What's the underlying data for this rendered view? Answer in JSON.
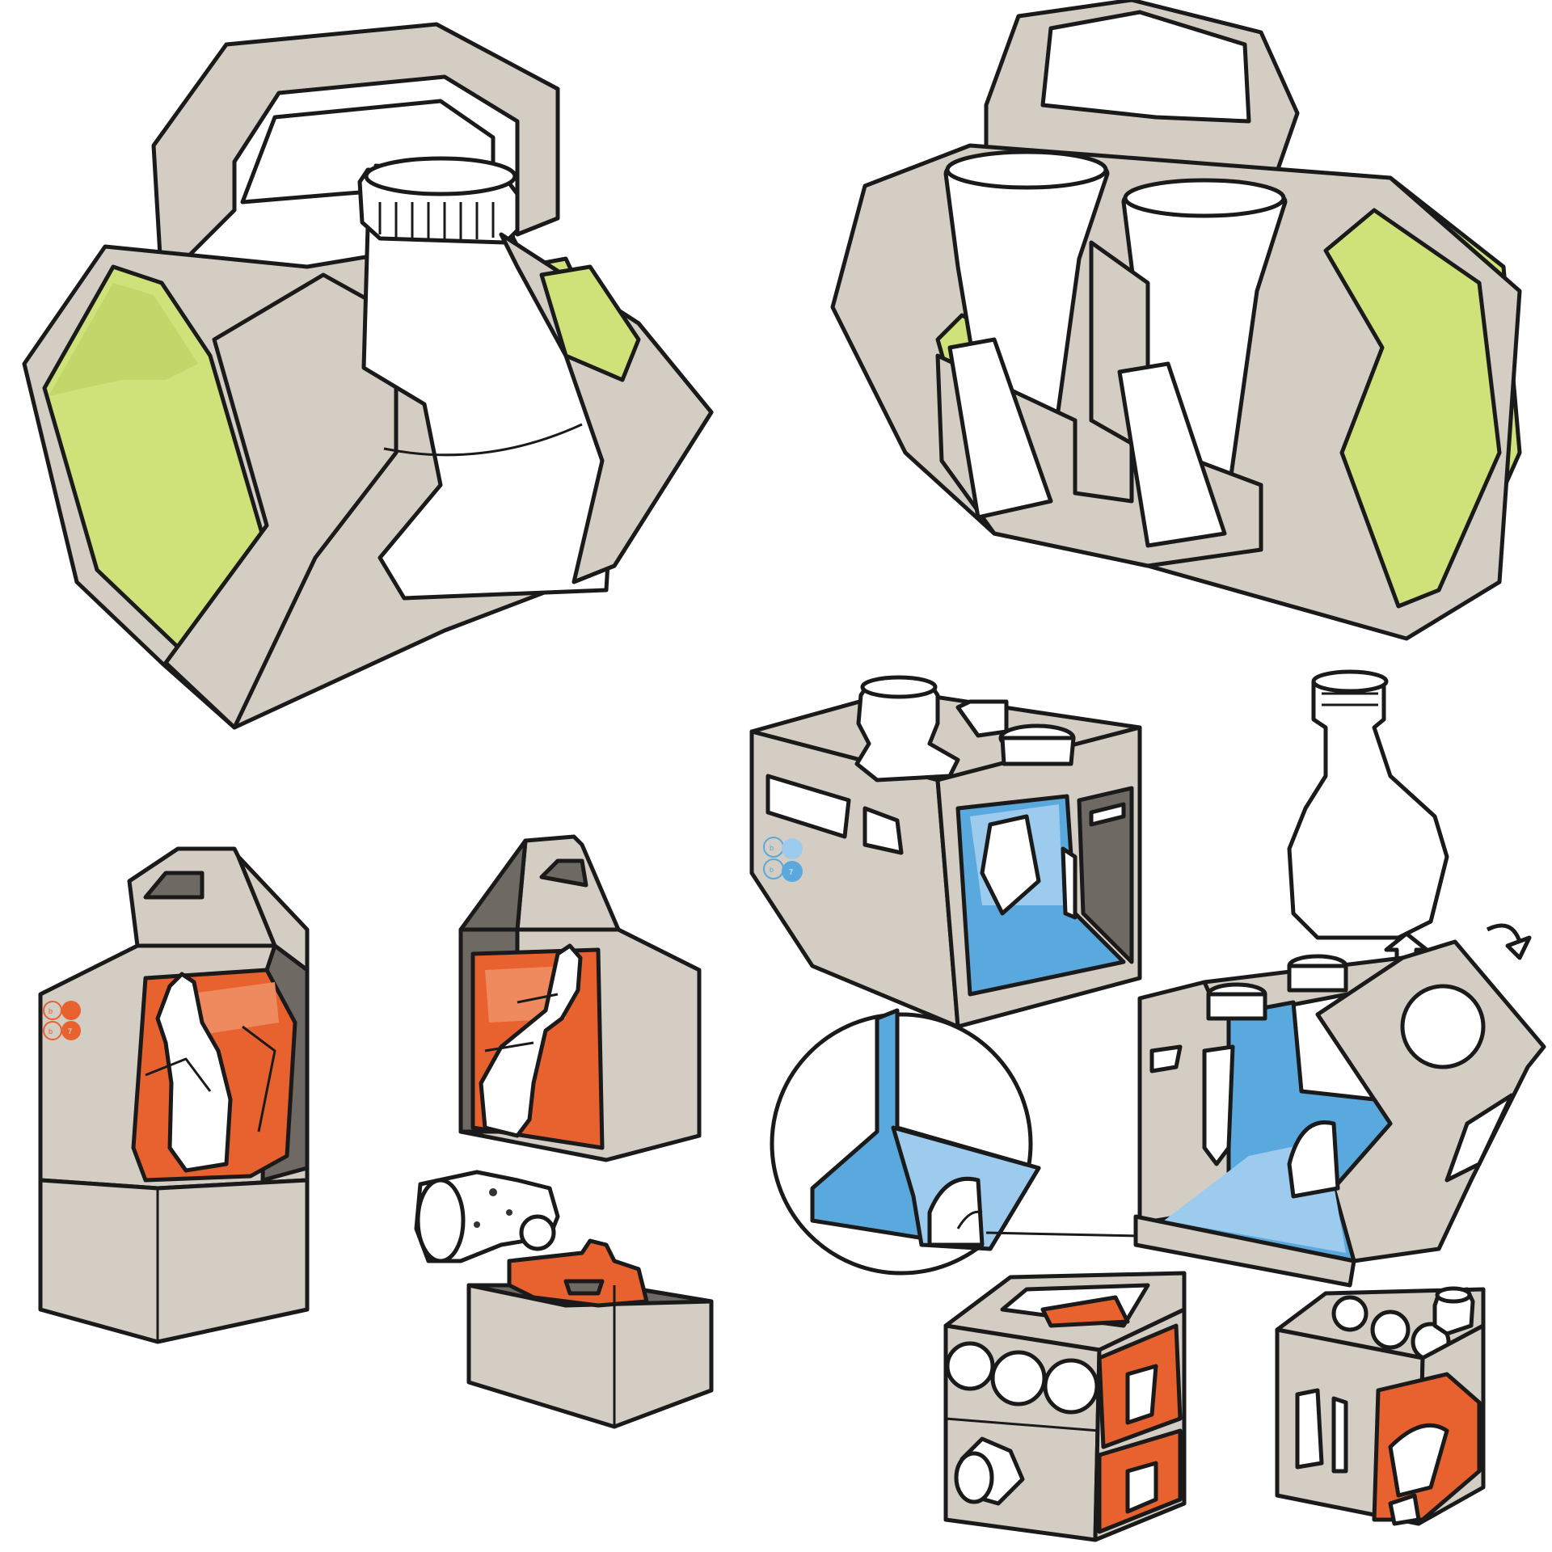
{
  "colors": {
    "kraft": "#d3cdc4",
    "green": "#cfe27a",
    "orange": "#e8622f",
    "blue": "#5aa9de",
    "outline": "#1a1a1a"
  },
  "sketches": [
    {
      "name": "green-hexagonal-carrier-one-bottle"
    },
    {
      "name": "green-hexagonal-carrier-two-glasses"
    },
    {
      "name": "orange-tower-carrier-closed"
    },
    {
      "name": "orange-tower-carrier-exploded"
    },
    {
      "name": "blue-four-bottle-box"
    },
    {
      "name": "blue-divider-insert-detail"
    },
    {
      "name": "blue-box-open-with-removed-bottle"
    },
    {
      "name": "orange-cube-carrier-a"
    },
    {
      "name": "orange-cube-carrier-b"
    }
  ],
  "logos": {
    "orange_box": {
      "letter_top": "b",
      "letter_bottom": "b",
      "mark": "7"
    },
    "blue_box": {
      "letter_top": "b",
      "letter_bottom": "b",
      "mark": "7"
    }
  }
}
